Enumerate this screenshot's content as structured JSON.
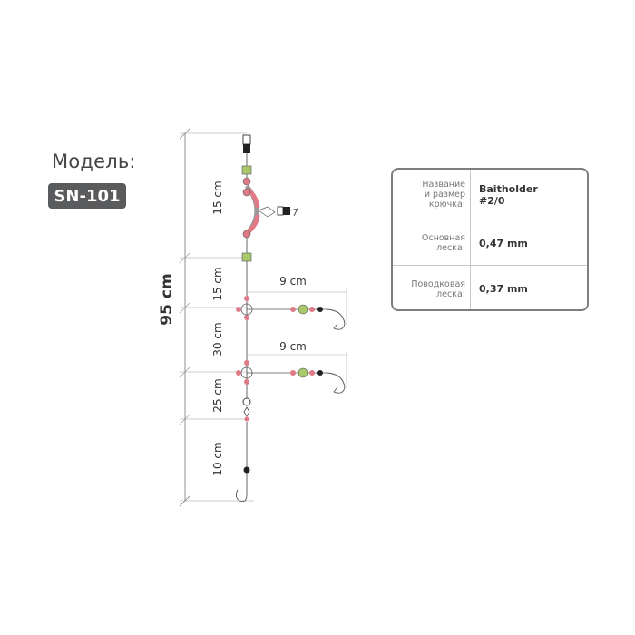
{
  "model": {
    "label": "Модель:",
    "code": "SN-101"
  },
  "total_length": "95 cm",
  "segments": [
    "15 cm",
    "15 cm",
    "30 cm",
    "25 cm",
    "10 cm"
  ],
  "branches": [
    "9 cm",
    "9 cm"
  ],
  "specs": [
    {
      "label": "Название\nи размер\nкрючка:",
      "value": "Baitholder\n#2/0"
    },
    {
      "label": "Основная\nлеска:",
      "value": "0,47 mm"
    },
    {
      "label": "Поводковая\nлеска:",
      "value": "0,37 mm"
    }
  ],
  "colors": {
    "badge": "#5a5b5d",
    "bead_red": "#e07a86",
    "bead_green": "#a8c86a",
    "line": "#555555"
  }
}
